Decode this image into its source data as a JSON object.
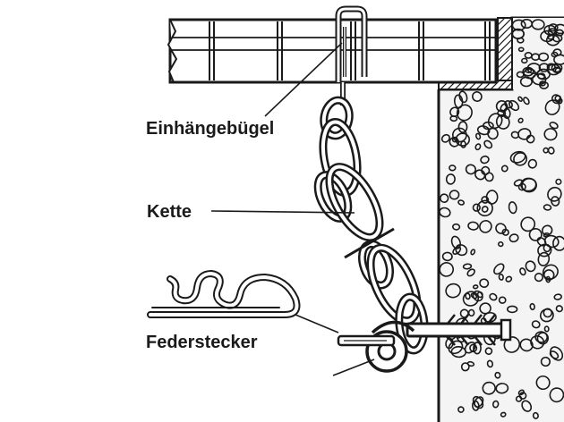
{
  "labels": {
    "hanger": "Einhängebügel",
    "chain": "Kette",
    "pin": "Federstecker"
  },
  "colors": {
    "ink": "#1a1a1a",
    "stone": "#f2f2f2",
    "background": "#ffffff"
  }
}
